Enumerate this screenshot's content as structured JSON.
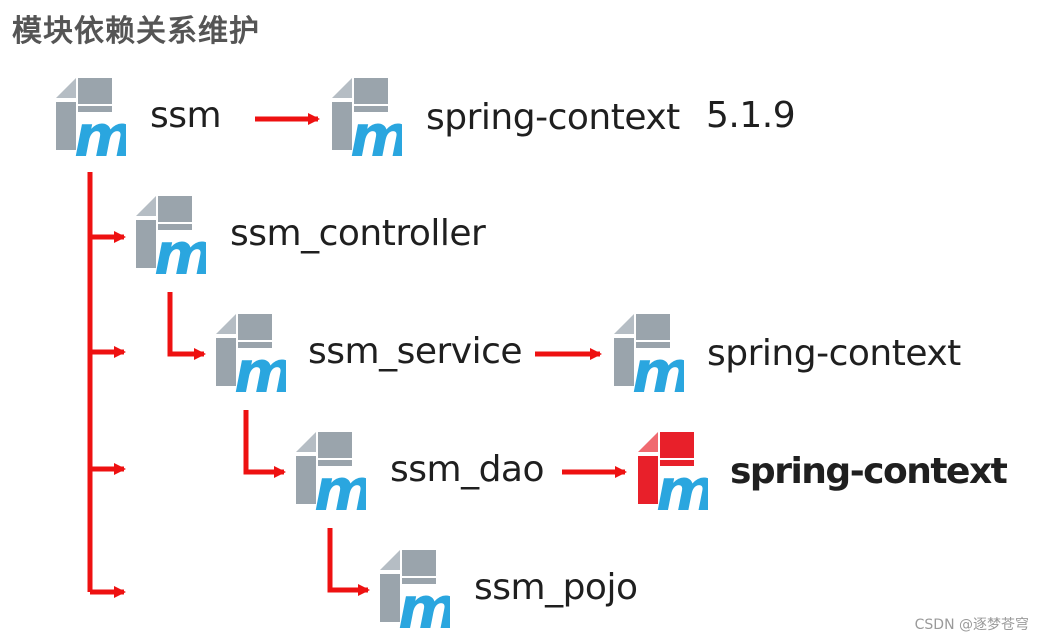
{
  "title": "模块依赖关系维护",
  "nodes": {
    "ssm": {
      "label": "ssm"
    },
    "ssm_dep": {
      "label": "spring-context",
      "version": "5.1.9"
    },
    "controller": {
      "label": "ssm_controller"
    },
    "service": {
      "label": "ssm_service"
    },
    "service_dep": {
      "label": "spring-context"
    },
    "dao": {
      "label": "ssm_dao"
    },
    "dao_dep": {
      "label": "spring-context"
    },
    "pojo": {
      "label": "ssm_pojo"
    }
  },
  "colors": {
    "arrow": "#ee1111",
    "icon_gray": "#9aa4ac",
    "icon_blue": "#2aa6df",
    "icon_red": "#e8202a",
    "text": "#1f1f1f"
  },
  "icons": {
    "module": "maven-module-icon",
    "highlighted": "maven-module-icon-red"
  },
  "watermark": "CSDN @逐梦苍穹"
}
